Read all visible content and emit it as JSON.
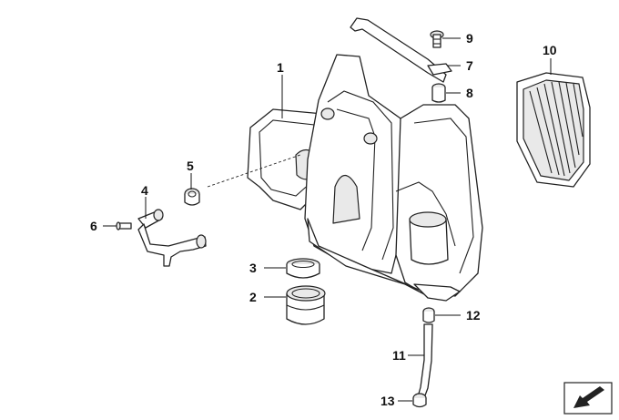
{
  "diagram": {
    "callouts": [
      {
        "id": "c1",
        "label": "1"
      },
      {
        "id": "c2",
        "label": "2"
      },
      {
        "id": "c3",
        "label": "3"
      },
      {
        "id": "c4",
        "label": "4"
      },
      {
        "id": "c5",
        "label": "5"
      },
      {
        "id": "c6",
        "label": "6"
      },
      {
        "id": "c7",
        "label": "7"
      },
      {
        "id": "c8",
        "label": "8"
      },
      {
        "id": "c9",
        "label": "9"
      },
      {
        "id": "c10",
        "label": "10"
      },
      {
        "id": "c11",
        "label": "11"
      },
      {
        "id": "c12",
        "label": "12"
      },
      {
        "id": "c13",
        "label": "13"
      }
    ],
    "nav_icon": "arrow-down-left-icon",
    "colors": {
      "ink": "#222222",
      "paper": "#ffffff",
      "shade": "#e9e9e9"
    }
  }
}
